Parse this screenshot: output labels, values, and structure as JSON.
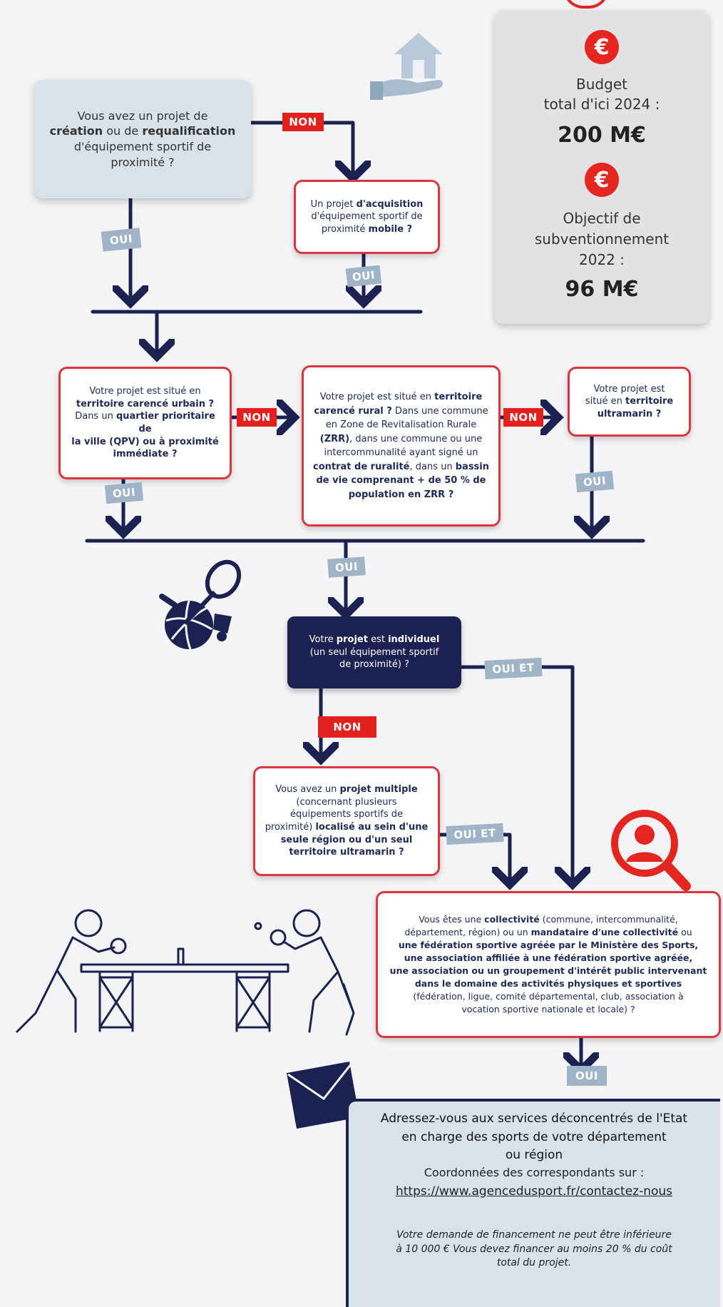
{
  "sidebar": {
    "budget_label": "Budget\ntotal d'ici 2024 :",
    "budget_value": "200 M€",
    "objectif_label": "Objectif de\nsubventionnement\n2022 :",
    "objectif_value": "96 M€",
    "euro_symbol": "€"
  },
  "q1": {
    "pre": "Vous avez un projet de",
    "b1": "création",
    "mid": " ou de ",
    "b2": "requalification",
    "post": "d'équipement sportif de\nproximité ?"
  },
  "q2": {
    "pre": "Un projet ",
    "b1": "d'acquisition",
    "mid": "d'équipement sportif de\nproximité ",
    "b2": "mobile ?"
  },
  "q3": {
    "pre": "Votre projet est situé en",
    "b1": "territoire carencé urbain ?",
    "mid": "Dans un ",
    "b2": "quartier prioritaire de\nla ville (QPV) ou à proximité\nimmédiate ?"
  },
  "q4": {
    "pre": "Votre projet est situé en ",
    "b1": "territoire\ncarencé rural ?",
    "mid": " Dans une commune\nen Zone de Revitalisation Rurale\n",
    "b2": "(ZRR)",
    "post": ", dans une commune ou une\nintercommunalité ayant signé un\n",
    "b3": "contrat de ruralité",
    "post2": ", dans un ",
    "b4": "bassin\nde vie comprenant + de 50 % de\npopulation en ZRR ?"
  },
  "q5": {
    "pre": "Votre projet est\nsitué en ",
    "b1": "territoire\nultramarin ?"
  },
  "q6": {
    "pre": "Votre ",
    "b1": "projet",
    "mid": " est ",
    "b2": "individuel",
    "post": "\n(un seul équipement sportif\nde proximité) ?"
  },
  "q7": {
    "pre": "Vous avez un ",
    "b1": "projet multiple",
    "mid": "\n(concernant plusieurs\néquipements sportifs de\nproximité) ",
    "b2": "localisé au sein d'une\nseule région ou d'un seul\nterritoire ultramarin ?"
  },
  "q8": {
    "p1": "Vous êtes une ",
    "b1": "collectivité",
    "p2": " (commune, intercommunalité,\ndépartement, région) ou un ",
    "b2": "mandataire d'une collectivité",
    "p3": " ou\n",
    "b3": "une fédération sportive agréée par le Ministère des Sports,\nune association affiliée à une fédération sportive agréée,\nune association ou un groupement d'intérêt public intervenant\ndans le domaine des activités physiques et sportives",
    "p4": "\n(fédération, ligue, comité départemental, club, association à\nvocation sportive nationale et locale) ?"
  },
  "final": {
    "title": "Adressez-vous aux services déconcentrés de l'Etat\nen charge des sports de votre département\nou région",
    "contacts": "Coordonnées des correspondants sur :",
    "url": "https://www.agencedusport.fr/contactez-nous",
    "note": "Votre demande de financement ne peut être inférieure\nà 10 000 € Vous devez financer au moins 20 % du coût\ntotal du projet."
  },
  "tags": {
    "oui": "OUI",
    "non": "NON",
    "oui_et": "OUI ET"
  },
  "colors": {
    "navy": "#1b2150",
    "red": "#d9363e",
    "grey_box": "#d8e2ea",
    "oui_tag": "#9fb4c7",
    "non_tag": "#e3201e"
  }
}
